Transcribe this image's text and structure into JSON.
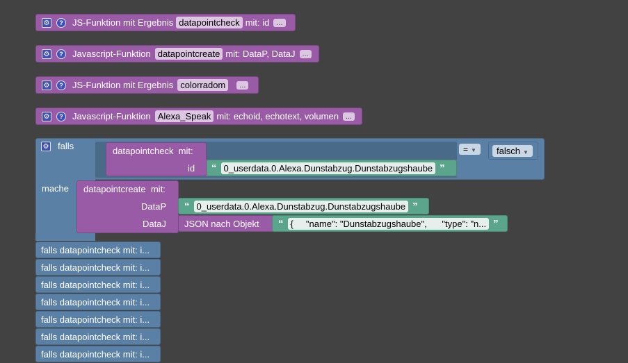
{
  "func_blocks": [
    {
      "label": "JS-Funktion mit Ergebnis",
      "name": "datapointcheck",
      "params": "mit: id",
      "more": "..."
    },
    {
      "label": "Javascript-Funktion",
      "name": "datapointcreate",
      "params": "mit: DataP, DataJ",
      "more": "..."
    },
    {
      "label": "JS-Funktion mit Ergebnis",
      "name": "colorradom",
      "params": "",
      "more": "..."
    },
    {
      "label": "Javascript-Funktion",
      "name": "Alexa_Speak",
      "params": "mit: echoid, echotext, volumen",
      "more": "..."
    }
  ],
  "if_block": {
    "falls": "falls",
    "mache": "mache",
    "cond_call": "datapointcheck  mit:",
    "cond_param": "id",
    "cond_string": "0_userdata.0.Alexa.Dunstabzug.Dunstabzugshaube",
    "op": "=",
    "bool_value": "falsch",
    "create_call": "datapointcreate  mit:",
    "param_datap": "DataP",
    "param_dataj": "DataJ",
    "datap_string": "0_userdata.0.Alexa.Dunstabzug.Dunstabzugshaube",
    "json_label": "JSON nach Objekt",
    "json_string": "{     \"name\": \"Dunstabzugshaube\",      \"type\": \"n..."
  },
  "collapsed": [
    "falls datapointcheck mit: i...",
    "falls datapointcheck mit: i...",
    "falls datapointcheck mit: i...",
    "falls datapointcheck mit: i...",
    "falls datapointcheck mit: i...",
    "falls datapointcheck mit: i...",
    "falls datapointcheck mit: i..."
  ],
  "quote_open": "“",
  "quote_close": "”",
  "gear_glyph": "⚙",
  "help_glyph": "?",
  "arrow_glyph": "▼"
}
